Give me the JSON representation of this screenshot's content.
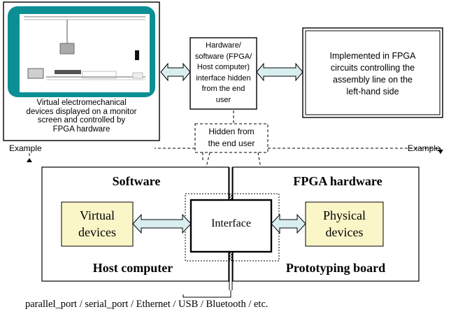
{
  "monitor_caption": {
    "line1": "Virtual electromechanical",
    "line2": "devices displayed on a monitor",
    "line3": "screen and controlled by",
    "line4": "FPGA hardware"
  },
  "interface_box": {
    "line1": "Hardware/",
    "line2": "software (FPGA/",
    "line3": "Host computer)",
    "line4": "interface hidden",
    "line5": "from the end",
    "line6": "user"
  },
  "fpga_box": {
    "line1": "Implemented in FPGA",
    "line2": "circuits controlling the",
    "line3": "assembly line on the",
    "line4": "left-hand side"
  },
  "hidden_label": {
    "line1": "Hidden from",
    "line2": "the end user"
  },
  "example_left": "Example",
  "example_right": "Example",
  "software_panel": {
    "title": "Software",
    "footer": "Host computer",
    "virtual_line1": "Virtual",
    "virtual_line2": "devices"
  },
  "hardware_panel": {
    "title": "FPGA hardware",
    "footer": "Prototyping board",
    "physical_line1": "Physical",
    "physical_line2": "devices"
  },
  "interface_label": "Interface",
  "connection_caption": "parallel_port / serial_port / Ethernet / USB / Bluetooth / etc.",
  "colors": {
    "device_fill": "#fbf6c8",
    "arrow_fill": "#d9eef0",
    "monitor_frame": "#0b8f94",
    "stroke": "#000000"
  }
}
